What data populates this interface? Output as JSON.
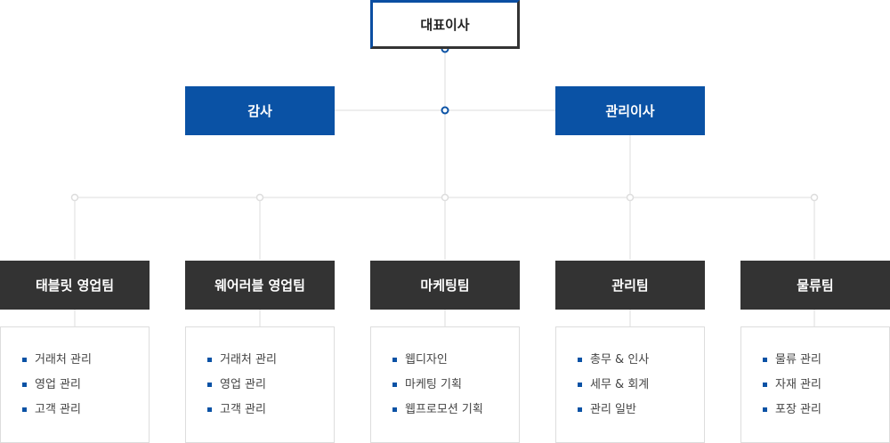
{
  "colors": {
    "brand_blue": "#0a52a5",
    "dark": "#333333",
    "line": "#dddddd"
  },
  "ceo": {
    "label": "대표이사"
  },
  "audit": {
    "label": "감사"
  },
  "director": {
    "label": "관리이사"
  },
  "teams": [
    {
      "name": "태블릿 영업팀",
      "duties": [
        "거래처 관리",
        "영업 관리",
        "고객 관리"
      ]
    },
    {
      "name": "웨어러블 영업팀",
      "duties": [
        "거래처 관리",
        "영업 관리",
        "고객 관리"
      ]
    },
    {
      "name": "마케팅팀",
      "duties": [
        "웹디자인",
        "마케팅 기획",
        "웹프로모션 기획"
      ]
    },
    {
      "name": "관리팀",
      "duties": [
        "총무 & 인사",
        "세무 & 회계",
        "관리 일반"
      ]
    },
    {
      "name": "물류팀",
      "duties": [
        "물류 관리",
        "자재 관리",
        "포장 관리"
      ]
    }
  ]
}
